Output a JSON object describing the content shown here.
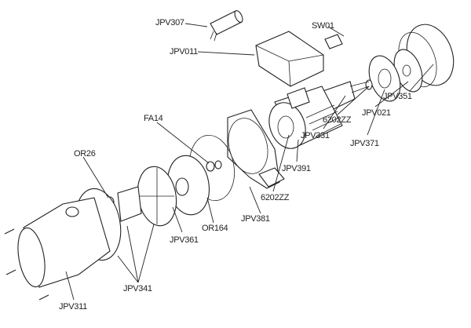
{
  "diagram": {
    "title": "Pump exploded view",
    "parts": [
      {
        "id": "capacitor",
        "label": "JPV307"
      },
      {
        "id": "switch",
        "label": "SW01"
      },
      {
        "id": "terminal-box-cover",
        "label": "JPV011"
      },
      {
        "id": "fan-cover",
        "label": "JPV351"
      },
      {
        "id": "fan",
        "label": "JPV021"
      },
      {
        "id": "rear-bearing",
        "label": "6202ZZ"
      },
      {
        "id": "rear-end-shield",
        "label": "JPV371"
      },
      {
        "id": "rotor-shaft",
        "label": "JPV331"
      },
      {
        "id": "mechanical-seal",
        "label": "FA14"
      },
      {
        "id": "o-ring-small",
        "label": "OR26"
      },
      {
        "id": "motor-stator",
        "label": "JPV391"
      },
      {
        "id": "front-bearing",
        "label": "6202ZZ"
      },
      {
        "id": "pump-bracket",
        "label": "JPV381"
      },
      {
        "id": "o-ring-large",
        "label": "OR164"
      },
      {
        "id": "impeller",
        "label": "JPV361"
      },
      {
        "id": "diffuser-assembly",
        "label": "JPV341"
      },
      {
        "id": "pump-body",
        "label": "JPV311"
      }
    ]
  }
}
